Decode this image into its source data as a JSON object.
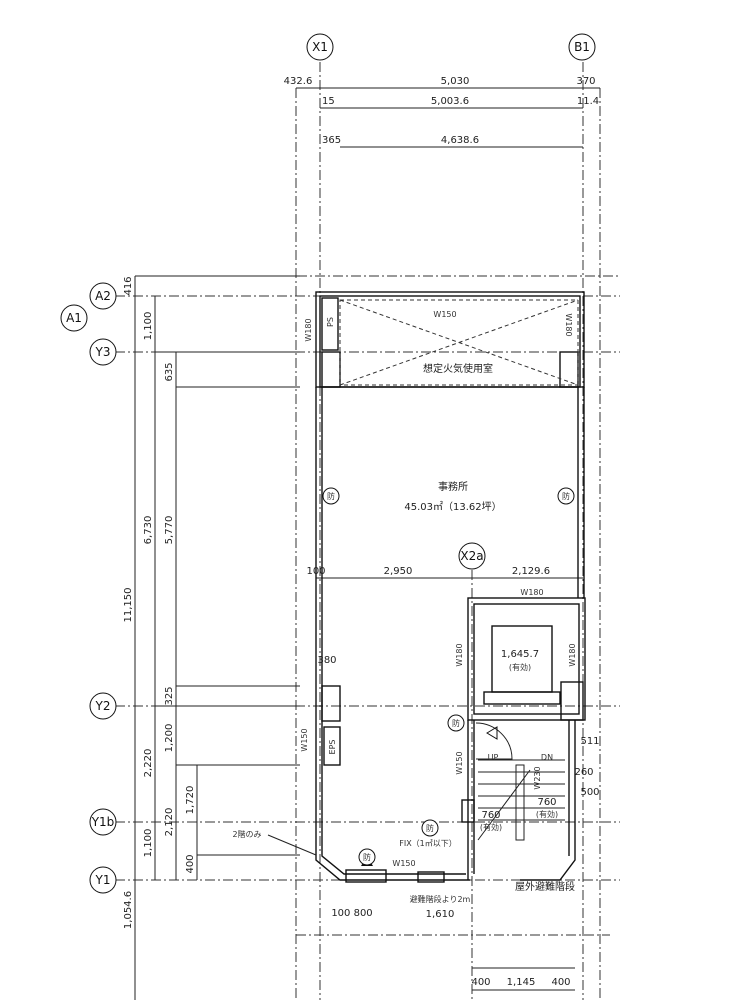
{
  "grid_labels": {
    "x1": "X1",
    "b1": "B1",
    "a2": "A2",
    "a1": "A1",
    "y3": "Y3",
    "y2": "Y2",
    "y1b": "Y1b",
    "y1": "Y1",
    "x2a": "X2a"
  },
  "top_dims": {
    "r1_left": "432.6",
    "r1_mid": "5,030",
    "r1_right": "370",
    "r2_left": "15",
    "r2_mid": "5,003.6",
    "r2_right": "11.4",
    "r3_left": "365",
    "r3_mid": "4,638.6"
  },
  "left_dims": {
    "c1": [
      "416",
      "11,150",
      "1,054.6"
    ],
    "c2": [
      "1,100",
      "6,730",
      "2,220",
      "1,100"
    ],
    "c3": [
      "635",
      "5,770",
      "325",
      "1,200",
      "2,120"
    ],
    "c4": [
      "1,720",
      "400"
    ]
  },
  "rooms": {
    "fire_room": "想定火気使用室",
    "office": "事務所",
    "office_area": "45.03㎡（13.62坪）",
    "stair": "屋外避難階段"
  },
  "labels": {
    "w150_top": "W150",
    "w180_a": "W180",
    "w180_b": "W180",
    "w180_c": "W180",
    "w180_d": "W180",
    "w180_e": "W180",
    "w150_left": "W150",
    "w150_stair": "W150",
    "w150_bottom": "W150",
    "w230": "W230",
    "ps": "PS",
    "eps": "EPS",
    "dim_380": "380",
    "dim_100": "100",
    "dim_2950": "2,950",
    "dim_21296": "2,129.6",
    "elevator_width": "1,645.7",
    "effective_1": "(有効)",
    "stair_760_a": "760",
    "effective_2": "(有効)",
    "stair_760_b": "760",
    "effective_3": "(有効)",
    "dim_511": "511",
    "dim_260": "260",
    "dim_500": "500",
    "fire_door": "防",
    "second_floor_only": "2階のみ",
    "fix_window": "FIX（1㎡以下）",
    "door_dims": "100 800",
    "from_stair": "避難階段より2m",
    "dim_1610": "1,610",
    "bottom_400a": "400",
    "bottom_1145": "1,145",
    "bottom_400b": "400",
    "up": "UP",
    "dn": "DN"
  }
}
